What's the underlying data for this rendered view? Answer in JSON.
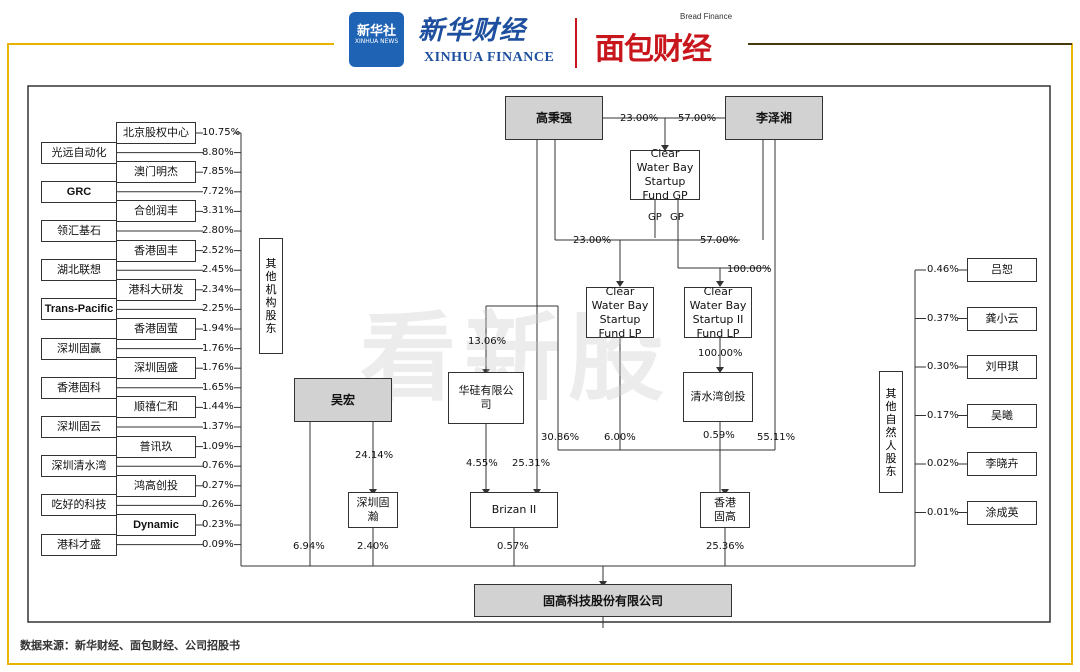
{
  "header": {
    "xinhua_badge": "新华社",
    "xinhua_badge_sub": "XINHUA NEWS",
    "xinhua_cn": "新华财经",
    "xinhua_en": "XINHUA FINANCE",
    "bread_cn": "面包财经",
    "bread_en": "Bread Finance"
  },
  "watermark": "看新股",
  "colors": {
    "frame": "#e8b400",
    "bread_red": "#c8161d",
    "xinhua_blue": "#1e4f9e"
  },
  "diagram": {
    "top_holders": {
      "gao": "高秉强",
      "li": "李泽湘"
    },
    "gao_to_gp": "23.00%",
    "li_to_gp": "57.00%",
    "gp": "Clear Water Bay Startup Fund GP",
    "gp_label_1": "GP",
    "gp_label_2": "GP",
    "gao_to_lp": "23.00%",
    "li_to_lp": "57.00%",
    "li_to_lp2": "100.00%",
    "lp1": "Clear Water Bay Startup Fund LP",
    "lp2": "Clear Water Bay Startup II Fund LP",
    "lp2_to_qsw": "100.00%",
    "qsw": "清水湾创投",
    "wuhong": "吴宏",
    "wuhong_to_gulan": "24.14%",
    "gulan": "深圳固瀚",
    "huagui": "华硅有限公司",
    "to_huagui": "13.06%",
    "huagui_to_brizan": "4.55%",
    "gao_to_brizan": "25.31%",
    "brizan": "Brizan II",
    "li_to_hk_30": "30.86%",
    "lp1_to_hk": "6.00%",
    "qsw_to_hk": "0.59%",
    "li_to_hk_55": "55.11%",
    "hk_gugao": "香港固高",
    "to_company": {
      "wuhong": "6.94%",
      "gulan": "2.40%",
      "brizan": "0.57%",
      "hk_gugao": "25.36%"
    },
    "company": "固高科技股份有限公司",
    "other_inst_label": "其他机构股东",
    "other_natural_label": "其他自然人股东",
    "left_shareholders": [
      {
        "name": "北京股权中心",
        "pct": "10.75%"
      },
      {
        "name": "光远自动化",
        "pct": "8.80%"
      },
      {
        "name": "澳门明杰",
        "pct": "7.85%"
      },
      {
        "name": "GRC",
        "pct": "7.72%"
      },
      {
        "name": "合创润丰",
        "pct": "3.31%"
      },
      {
        "name": "领汇基石",
        "pct": "2.80%"
      },
      {
        "name": "香港固丰",
        "pct": "2.52%"
      },
      {
        "name": "湖北联想",
        "pct": "2.45%"
      },
      {
        "name": "港科大研发",
        "pct": "2.34%"
      },
      {
        "name": "Trans-Pacific",
        "pct": "2.25%"
      },
      {
        "name": "香港固萤",
        "pct": "1.94%"
      },
      {
        "name": "深圳固赢",
        "pct": "1.76%"
      },
      {
        "name": "深圳固盛",
        "pct": "1.76%"
      },
      {
        "name": "香港固科",
        "pct": "1.65%"
      },
      {
        "name": "顺禧仁和",
        "pct": "1.44%"
      },
      {
        "name": "深圳固云",
        "pct": "1.37%"
      },
      {
        "name": "普讯玖",
        "pct": "1.09%"
      },
      {
        "name": "深圳清水湾",
        "pct": "0.76%"
      },
      {
        "name": "鸿高创投",
        "pct": "0.27%"
      },
      {
        "name": "吃好的科技",
        "pct": "0.26%"
      },
      {
        "name": "Dynamic",
        "pct": "0.23%"
      },
      {
        "name": "港科才盛",
        "pct": "0.09%"
      }
    ],
    "right_shareholders": [
      {
        "name": "吕恕",
        "pct": "0.46%"
      },
      {
        "name": "龚小云",
        "pct": "0.37%"
      },
      {
        "name": "刘甲琪",
        "pct": "0.30%"
      },
      {
        "name": "吴曦",
        "pct": "0.17%"
      },
      {
        "name": "李晓卉",
        "pct": "0.02%"
      },
      {
        "name": "涂成英",
        "pct": "0.01%"
      }
    ]
  },
  "footer": "数据来源：新华财经、面包财经、公司招股书"
}
